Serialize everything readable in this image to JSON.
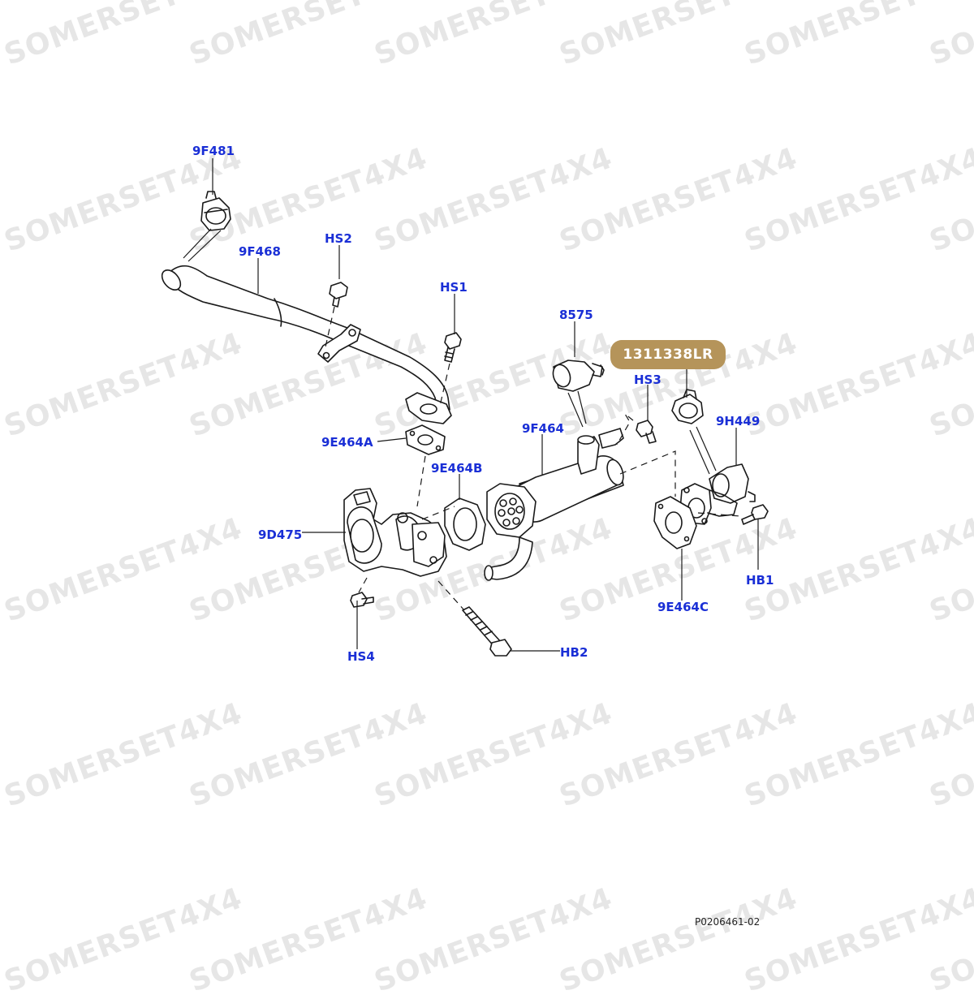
{
  "watermark": "SOMERSET4X4",
  "highlighted_part": {
    "label": "1311338LR",
    "color": "#b5945a"
  },
  "callout_color": "#1a2fd6",
  "callouts": [
    {
      "id": "9F481",
      "label": "9F481"
    },
    {
      "id": "9F468",
      "label": "9F468"
    },
    {
      "id": "HS2",
      "label": "HS2"
    },
    {
      "id": "HS1",
      "label": "HS1"
    },
    {
      "id": "8575",
      "label": "8575"
    },
    {
      "id": "HS3",
      "label": "HS3"
    },
    {
      "id": "9H449",
      "label": "9H449"
    },
    {
      "id": "9F464",
      "label": "9F464"
    },
    {
      "id": "9E464A",
      "label": "9E464A"
    },
    {
      "id": "9E464B",
      "label": "9E464B"
    },
    {
      "id": "9D475",
      "label": "9D475"
    },
    {
      "id": "HS4",
      "label": "HS4"
    },
    {
      "id": "HB2",
      "label": "HB2"
    },
    {
      "id": "HB1",
      "label": "HB1"
    },
    {
      "id": "9E464C",
      "label": "9E464C"
    }
  ],
  "drawing_ref": "P0206461-02"
}
